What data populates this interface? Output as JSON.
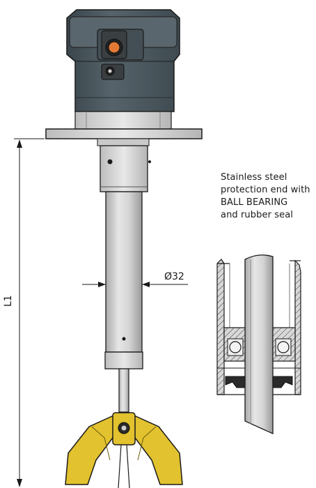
{
  "dimensions": {
    "length_label": "L1",
    "diameter_label": "Ø32"
  },
  "note": {
    "lines": [
      "Stainless steel",
      "protection end with",
      "BALL BEARING",
      "and rubber seal"
    ]
  },
  "colors": {
    "housing": "#4d5a60",
    "metal": "#d0d0d0",
    "paddle": "#e2c22e",
    "outline": "#1a1a1a"
  }
}
